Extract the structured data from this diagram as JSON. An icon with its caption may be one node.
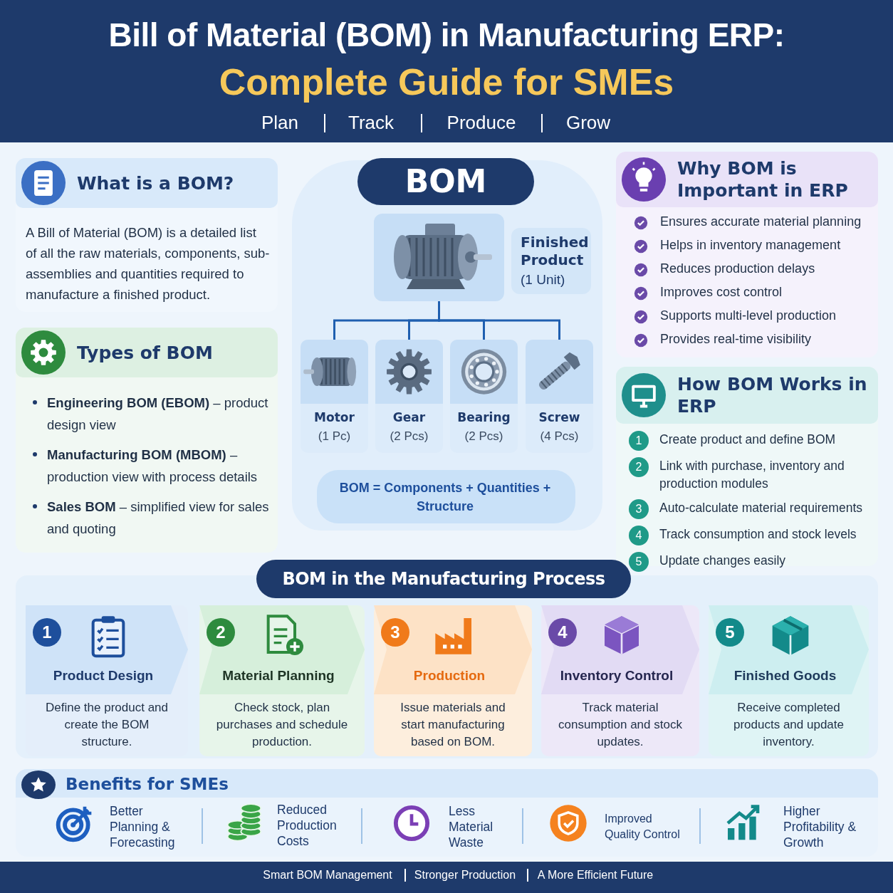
{
  "diagram": {
    "title": "Bill of Material (BOM) in Manufacturing ERP:",
    "nodes": [
      {
        "text": [
          "What is a BOM?",
          "A Bill of Material (BOM) is a detailed list of all the raw materials, components, sub-assemblies and quantities required to manufacture a finished product."
        ]
      },
      {
        "text": [
          "Types of BOM",
          "**Engineering BOM (EBOM)** – product design view",
          "**Manufacturing BOM (MBOM)** – production view with process details",
          "**Sales BOM** – simplified view for sales and quoting"
        ]
      },
      {
        "text": [
          "BOM"
        ]
      },
      {
        "text": [],
        "shape": "picture",
        "in": 2
      },
      {
        "text": [
          "Finished Product",
          "(1 Unit)"
        ],
        "in": 2
      },
      {
        "text": [
          "Motor",
          "(1 Pc)"
        ],
        "in": 2
      },
      {
        "text": [
          "Gear",
          "(2 Pcs)"
        ],
        "in": 2
      },
      {
        "text": [
          "Bearing",
          "(2 Pcs)"
        ],
        "in": 2
      },
      {
        "text": [
          "Screw",
          "(4 Pcs)"
        ],
        "in": 2
      },
      {
        "text": [
          "BOM = Components + Quantities + Structure"
        ],
        "in": 2
      },
      {
        "text": [
          "Why BOM is Important in ERP",
          "Ensures accurate material planning",
          "Helps in inventory management",
          "Reduces production delays",
          "Improves cost control",
          "Supports multi-level production",
          "Provides real-time visibility"
        ]
      },
      {
        "text": [
          "How BOM Works in ERP",
          "1",
          "Create product and define BOM",
          "2",
          "Link with purchase, inventory and production modules",
          "3",
          "Auto-calculate material requirements",
          "4",
          "Track consumption and stock levels",
          "5",
          "Update changes easily"
        ]
      },
      {
        "text": [
          "BOM in the Manufacturing Process"
        ]
      },
      {
        "text": [
          "1",
          "Product Design",
          "Define the product and create the BOM structure."
        ],
        "in": 12
      },
      {
        "text": [
          "2",
          "Material Planning",
          "Check stock, plan purchases and schedule production."
        ],
        "in": 12
      },
      {
        "text": [
          "3",
          "Production",
          "Issue materials and start manufacturing based on BOM."
        ],
        "in": 12
      },
      {
        "text": [
          "4",
          "Inventory Control",
          "Track material consumption and stock updates."
        ],
        "in": 12
      },
      {
        "text": [
          "5",
          "Finished Goods",
          "Receive completed products and update inventory."
        ],
        "in": 12
      },
      {
        "text": [
          "Benefits for SMEs"
        ]
      }
    ],
    "edges": [
      {
        "from": 3,
        "to": 5,
        "arrow": "none"
      },
      {
        "from": 3,
        "to": 6,
        "arrow": "none"
      },
      {
        "from": 3,
        "to": 7,
        "arrow": "none"
      },
      {
        "from": 3,
        "to": 8,
        "arrow": "none"
      }
    ],
    "labels": [
      "Complete Guide for SMEs",
      "Plan",
      "Track",
      "Produce",
      "Grow",
      "Better Planning & Forecasting",
      "Reduced Production Costs",
      "Less Material Waste",
      "Improved Quality Control",
      "Higher Profitability & Growth",
      "Smart BOM Management",
      "Stronger Production",
      "A More Efficient Future"
    ]
  }
}
